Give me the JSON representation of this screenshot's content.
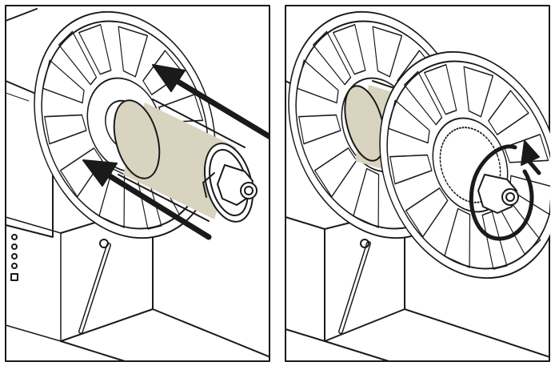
{
  "figure": {
    "panels": [
      {
        "id": "load-core",
        "core_color": "#d9d4c0",
        "arrow_count": 2,
        "icon": "push-arrow-icon"
      },
      {
        "id": "lock-flange",
        "core_color": "#d9d4c0",
        "arrow_count": 1,
        "icon": "rotate-arrow-icon"
      }
    ],
    "colors": {
      "line": "#1a1a1a",
      "core": "#d9d4c0",
      "background": "#ffffff"
    }
  }
}
